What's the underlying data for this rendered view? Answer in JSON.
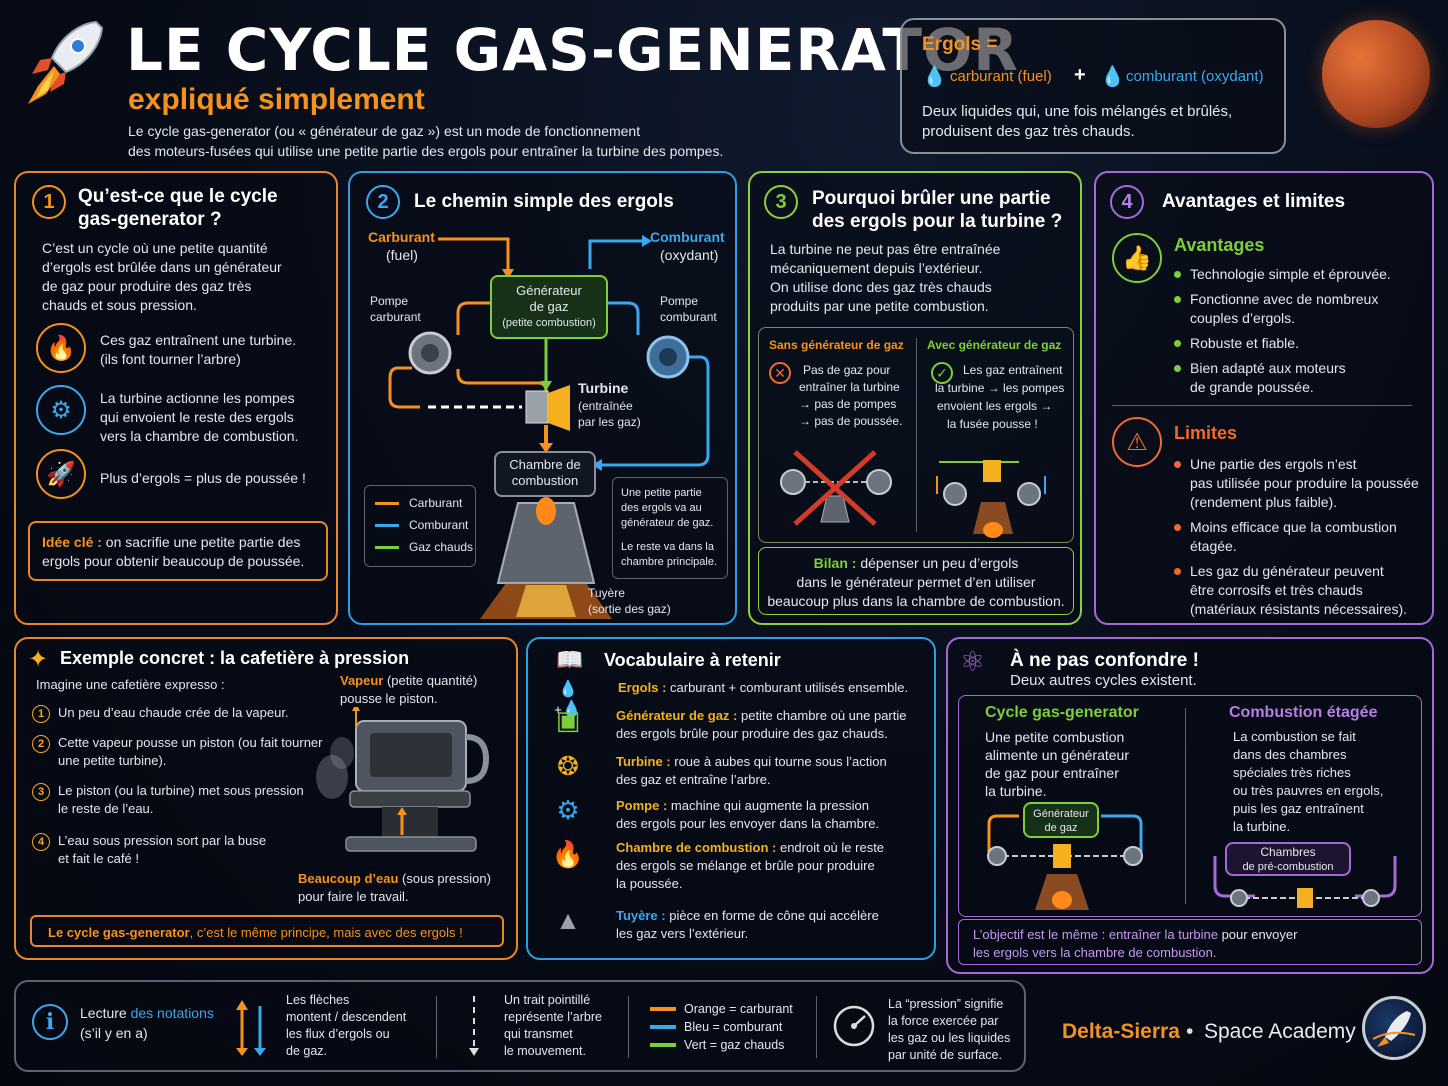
{
  "header": {
    "title": "LE CYCLE GAS-GENERATOR",
    "subtitle": "expliqué simplement",
    "intro_1": "Le cycle gas-generator (ou « générateur de gaz ») est un mode de fonctionnement",
    "intro_2": "des moteurs-fusées qui utilise une petite partie des ergols pour entraîner la turbine des pompes."
  },
  "ergols_box": {
    "title": "Ergols =",
    "fuel": "carburant (fuel)",
    "plus": "+",
    "oxidizer": "comburant (oxydant)",
    "desc_1": "Deux liquides qui, une fois mélangés et brûlés,",
    "desc_2": "produisent des gaz très chauds."
  },
  "panel1": {
    "num": "1",
    "title_1": "Qu’est-ce que le cycle",
    "title_2": "gas-generator ?",
    "body_1": "C’est un cycle où une petite quantité",
    "body_2": "d’ergols est brûlée dans un générateur",
    "body_3": "de gaz pour produire des gaz très",
    "body_4": "chauds et sous pression.",
    "item1_1": "Ces gaz entraînent une turbine.",
    "item1_2": "(ils font tourner l’arbre)",
    "item2_1": "La turbine actionne les pompes",
    "item2_2": "qui envoient le reste des ergols",
    "item2_3": "vers la chambre de combustion.",
    "item3": "Plus d’ergols = plus de poussée !",
    "key_label": "Idée clé :",
    "key_1": " on sacrifie une petite partie des",
    "key_2": "ergols pour obtenir beaucoup de poussée."
  },
  "panel2": {
    "num": "2",
    "title": "Le chemin simple des ergols",
    "fuel_1": "Carburant",
    "fuel_2": "(fuel)",
    "ox_1": "Comburant",
    "ox_2": "(oxydant)",
    "pump_fuel_1": "Pompe",
    "pump_fuel_2": "carburant",
    "pump_ox_1": "Pompe",
    "pump_ox_2": "comburant",
    "gg_1": "Générateur",
    "gg_2": "de gaz",
    "gg_3": "(petite combustion)",
    "turbine_1": "Turbine",
    "turbine_2": "(entraînée",
    "turbine_3": "par les gaz)",
    "chamber_1": "Chambre de",
    "chamber_2": "combustion",
    "nozzle_1": "Tuyère",
    "nozzle_2": "(sortie des gaz)",
    "legend_fuel": "Carburant",
    "legend_ox": "Comburant",
    "legend_hot": "Gaz chauds",
    "note_1": "Une petite partie",
    "note_2": "des ergols va au",
    "note_3": "générateur de gaz.",
    "note_4": "Le reste va dans la",
    "note_5": "chambre principale."
  },
  "panel3": {
    "num": "3",
    "title_1": "Pourquoi brûler une partie",
    "title_2": "des ergols pour la turbine ?",
    "body_1": "La turbine ne peut pas être entraînée",
    "body_2": "mécaniquement depuis l’extérieur.",
    "body_3": "On utilise donc des gaz très chauds",
    "body_4": "produits par une petite combustion.",
    "without_title": "Sans générateur de gaz",
    "without_1": "Pas de gaz pour",
    "without_2": "entraîner la turbine",
    "without_3": "→ pas de pompes",
    "without_4": "→ pas de poussée.",
    "with_title": "Avec générateur de gaz",
    "with_1": "Les gaz entraînent",
    "with_2": "la turbine → les pompes",
    "with_3": "envoient les ergols →",
    "with_4": "la fusée pousse !",
    "bilan_label": "Bilan :",
    "bilan_1": " dépenser un peu d’ergols",
    "bilan_2": "dans le générateur permet d’en utiliser",
    "bilan_3": "beaucoup plus dans la chambre de combustion."
  },
  "panel4": {
    "num": "4",
    "title": "Avantages et limites",
    "adv_title": "Avantages",
    "adv_1": "Technologie simple et éprouvée.",
    "adv_2a": "Fonctionne avec de nombreux",
    "adv_2b": "couples d’ergols.",
    "adv_3": "Robuste et fiable.",
    "adv_4a": "Bien adapté aux moteurs",
    "adv_4b": "de grande poussée.",
    "lim_title": "Limites",
    "lim_1a": "Une partie des ergols n’est",
    "lim_1b": "pas utilisée pour produire la poussée",
    "lim_1c": "(rendement plus faible).",
    "lim_2a": "Moins efficace que la combustion",
    "lim_2b": "étagée.",
    "lim_3a": "Les gaz du générateur peuvent",
    "lim_3b": "être corrosifs et très chauds",
    "lim_3c": "(matériaux résistants nécessaires)."
  },
  "panel5": {
    "title": "Exemple concret : la cafetière à pression",
    "intro": "Imagine une cafetière expresso :",
    "s1": "Un peu d’eau chaude crée de la vapeur.",
    "s2a": "Cette vapeur pousse un piston (ou fait tourner",
    "s2b": "une petite turbine).",
    "s3a": "Le piston (ou la turbine) met sous pression",
    "s3b": "le reste de l’eau.",
    "s4a": "L’eau sous pression sort par la buse",
    "s4b": "et fait le café !",
    "vapeur_label": "Vapeur",
    "vapeur_rest": " (petite quantité)",
    "vapeur_2": "pousse le piston.",
    "eau_label": "Beaucoup d’eau",
    "eau_rest": " (sous pression)",
    "eau_2": "pour faire le travail.",
    "conclusion_bold": "Le cycle gas-generator",
    "conclusion_rest": ", c’est le même principe, mais avec des ergols !"
  },
  "panel6": {
    "title": "Vocabulaire à retenir",
    "v1_term": "Ergols :",
    "v1_def": " carburant + comburant utilisés ensemble.",
    "v2_term": "Générateur de gaz :",
    "v2_def_a": " petite chambre où une partie",
    "v2_def_b": "des ergols brûle pour produire des gaz chauds.",
    "v3_term": "Turbine :",
    "v3_def_a": " roue à aubes qui tourne sous l’action",
    "v3_def_b": "des gaz et entraîne l’arbre.",
    "v4_term": "Pompe :",
    "v4_def_a": " machine qui augmente la pression",
    "v4_def_b": "des ergols pour les envoyer dans la chambre.",
    "v5_term": "Chambre de combustion :",
    "v5_def_a": " endroit où le reste",
    "v5_def_b": "des ergols se mélange et brûle pour produire",
    "v5_def_c": "la poussée.",
    "v6_term": "Tuyère :",
    "v6_def_a": " pièce en forme de cône qui accélère",
    "v6_def_b": "les gaz vers l’extérieur."
  },
  "panel7": {
    "title": "À ne pas confondre !",
    "sub": "Deux autres cycles existent.",
    "gg_title": "Cycle gas-generator",
    "gg_1": "Une petite combustion",
    "gg_2": "alimente un générateur",
    "gg_3": "de gaz pour entraîner",
    "gg_4": "la turbine.",
    "gg_box_1": "Générateur",
    "gg_box_2": "de gaz",
    "sc_title": "Combustion étagée",
    "sc_1": "La combustion se fait",
    "sc_2": "dans des chambres",
    "sc_3": "spéciales très riches",
    "sc_4": "ou très pauvres en ergols,",
    "sc_5": "puis les gaz entraînent",
    "sc_6": "la turbine.",
    "sc_box_1": "Chambres",
    "sc_box_2": "de pré-combustion",
    "goal_a": "L’objectif est le même : entraîner la turbine",
    "goal_b": " pour envoyer",
    "goal_c": "les ergols vers la chambre de combustion."
  },
  "footer": {
    "lecture_1": "Lecture",
    "lecture_2": " des notations",
    "lecture_3": "(s’il y en a)",
    "arrows_1": "Les flèches",
    "arrows_2": "montent / descendent",
    "arrows_3": "les flux d’ergols ou",
    "arrows_4": "de gaz.",
    "dash_1": "Un trait pointillé",
    "dash_2": "représente l’arbre",
    "dash_3": "qui transmet",
    "dash_4": "le mouvement.",
    "col_1": "Orange = carburant",
    "col_2": "Bleu = comburant",
    "col_3": "Vert = gaz chauds",
    "press_1": "La “pression” signifie",
    "press_2": "la force exercée par",
    "press_3": "les gaz ou les liquides",
    "press_4": "par unité de surface.",
    "brand_1": "Delta-Sierra",
    "brand_dot": "•",
    "brand_2": "Space Academy"
  },
  "colors": {
    "fuel": "#f5921e",
    "oxidizer": "#3aa8ee",
    "hot_gas": "#7ccf3b",
    "limits": "#f06a2a",
    "purple": "#b77ee6"
  },
  "icons": [
    "rocket-icon",
    "mars-planet-icon",
    "flame-icon",
    "pump-icon",
    "thumbs-up-icon",
    "warning-icon",
    "star-icon",
    "book-icon",
    "gauge-icon",
    "info-icon",
    "atom-icon"
  ]
}
